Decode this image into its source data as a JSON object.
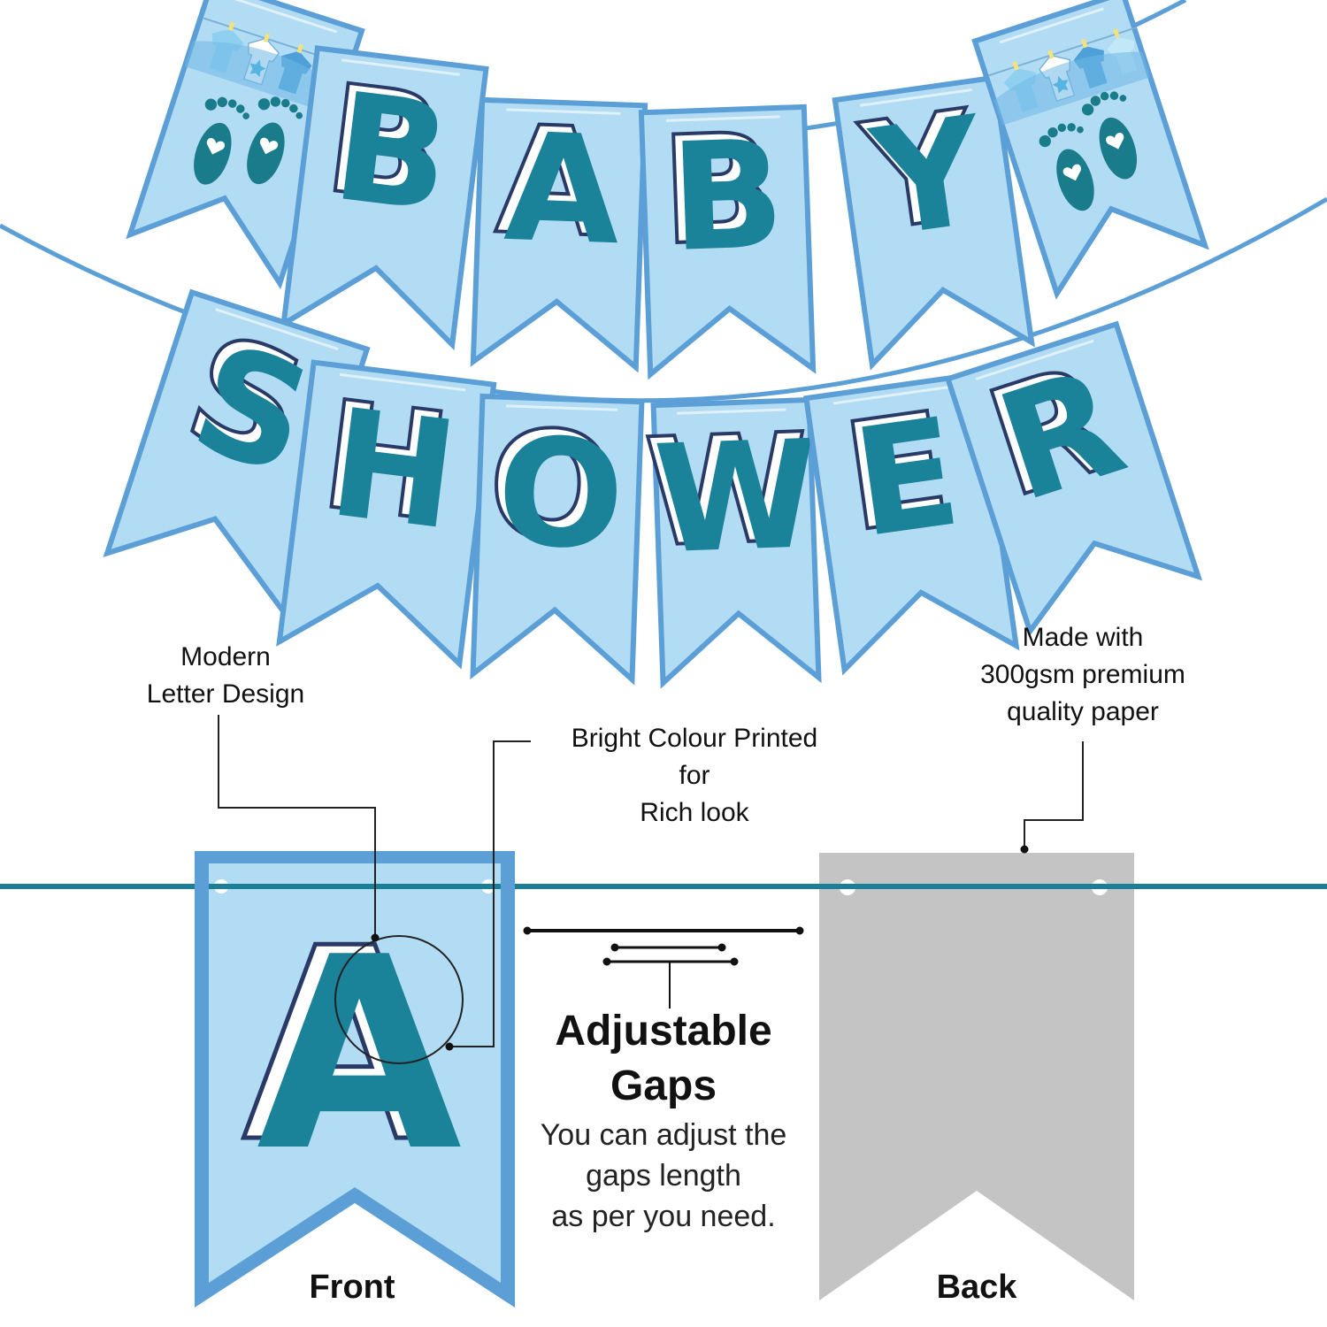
{
  "banner": {
    "row1": [
      "",
      "B",
      "A",
      "B",
      "Y",
      ""
    ],
    "row2": [
      "S",
      "H",
      "O",
      "W",
      "E",
      "R"
    ]
  },
  "callouts": {
    "letter_design": [
      "Modern",
      "Letter Design"
    ],
    "bright_colour": [
      "Bright Colour Printed",
      "for",
      "Rich look"
    ],
    "paper": [
      "Made with",
      "300gsm premium",
      "quality paper"
    ]
  },
  "adjustable": {
    "title": [
      "Adjustable",
      "Gaps"
    ],
    "description": [
      "You can adjust the",
      "gaps length",
      "as per you need."
    ]
  },
  "sample": {
    "front_letter": "A",
    "front_label": "Front",
    "back_label": "Back"
  },
  "colors": {
    "pennant_fill": "#b2dcf4",
    "pennant_border": "#5b9fd6",
    "letter_fill": "#1a8299",
    "letter_outline": "#2a3a66",
    "string": "#1b7f97",
    "back_fill": "#c4c4c4"
  },
  "icons": [
    "baby-feet-icon",
    "baby-clothesline-icon"
  ]
}
